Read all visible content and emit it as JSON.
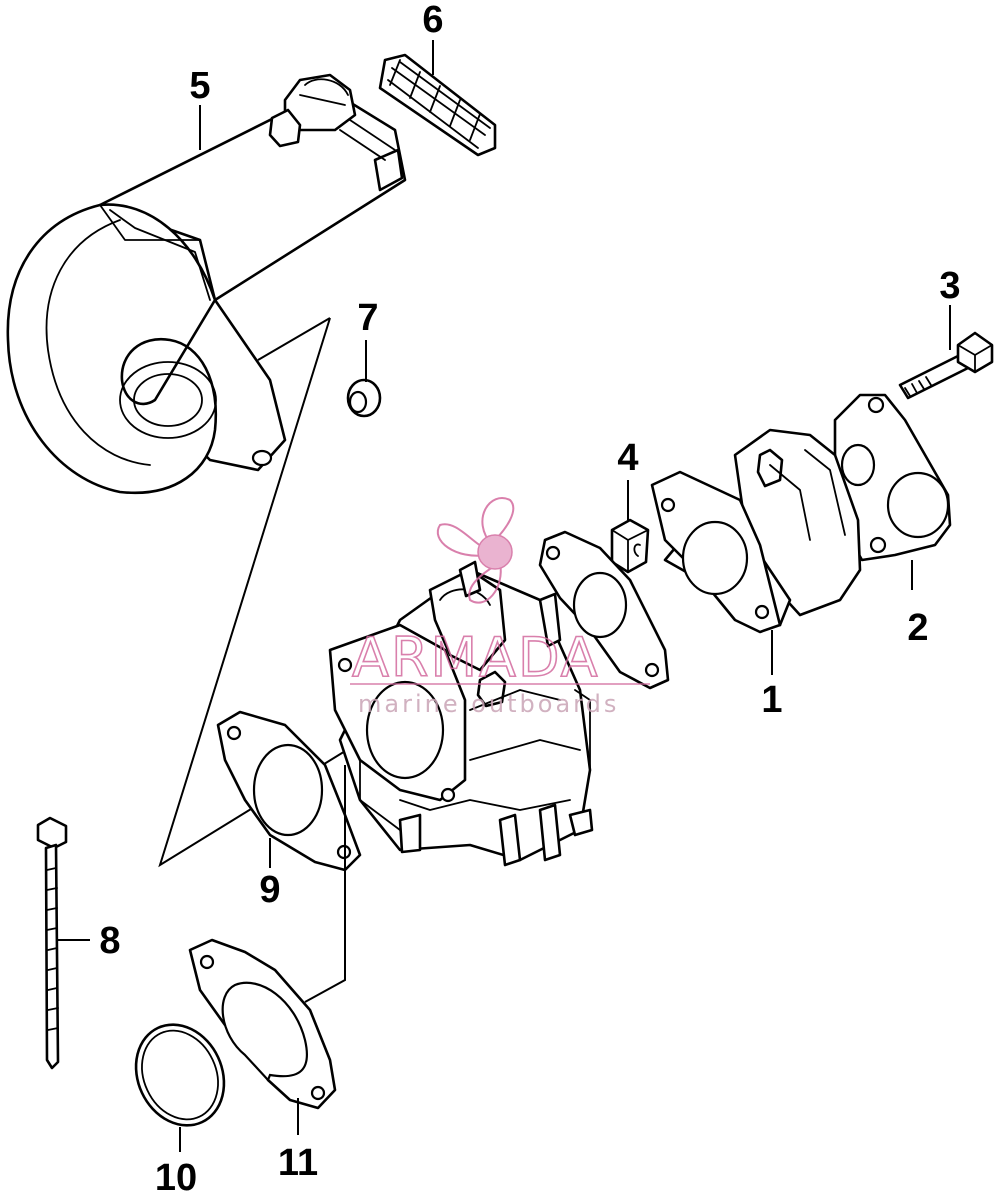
{
  "diagram": {
    "callouts": [
      {
        "id": "1",
        "label": "1",
        "part": "intake-manifold"
      },
      {
        "id": "2",
        "label": "2",
        "part": "manifold-gasket"
      },
      {
        "id": "3",
        "label": "3",
        "part": "bolt"
      },
      {
        "id": "4",
        "label": "4",
        "part": "small-cap"
      },
      {
        "id": "5",
        "label": "5",
        "part": "air-silencer"
      },
      {
        "id": "6",
        "label": "6",
        "part": "mesh-screen"
      },
      {
        "id": "7",
        "label": "7",
        "part": "grommet"
      },
      {
        "id": "8",
        "label": "8",
        "part": "cable-tie"
      },
      {
        "id": "9",
        "label": "9",
        "part": "silencer-gasket"
      },
      {
        "id": "10",
        "label": "10",
        "part": "o-ring"
      },
      {
        "id": "11",
        "label": "11",
        "part": "plate-gasket"
      }
    ]
  },
  "watermark": {
    "brand": "ARMADA",
    "tagline": "marine outboards",
    "color": "#d36a9e",
    "icon": "propeller-icon"
  }
}
